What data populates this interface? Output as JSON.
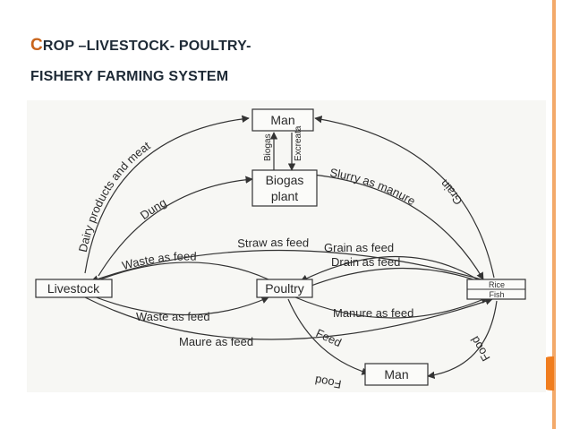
{
  "slide": {
    "title_line1_cap": "C",
    "title_line1_rest": "ROP –LIVESTOCK- POULTRY-",
    "title_line2": "FISHERY FARMING SYSTEM",
    "colors": {
      "accent": "#c9641b",
      "title": "#1e2a36",
      "decor": "#f07d1e"
    }
  },
  "diagram": {
    "nodes": {
      "man_top": "Man",
      "biogas_line1": "Biogas",
      "biogas_line2": "plant",
      "livestock": "Livestock",
      "poultry": "Poultry",
      "rice": "Rice",
      "fish": "Fish",
      "man_bottom": "Man"
    },
    "edges": {
      "dairy": "Dairy products and meat",
      "grain": "Grain",
      "biogas_up": "Biogas",
      "excreta": "Excreata",
      "dung": "Dung",
      "slurry": "Slurry as manure",
      "straw": "Straw as feed",
      "grain_feed": "Grain as feed",
      "drain_feed": "Drain as feed",
      "waste_feed_top": "Waste as feed",
      "waste_feed_bottom": "Waste as feed",
      "manure_feed": "Manure as feed",
      "maure_feed": "Maure as feed",
      "feed": "Feed",
      "food_left": "Food",
      "food_right": "Food"
    }
  }
}
